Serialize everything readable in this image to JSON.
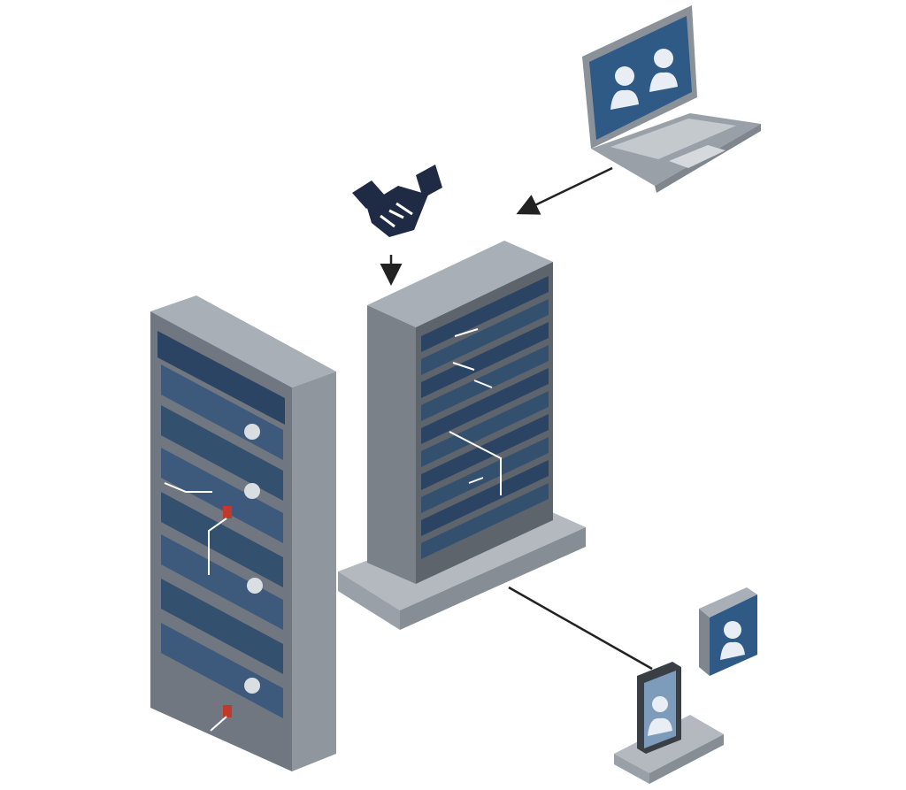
{
  "nodes": [
    {
      "id": "server-rack",
      "icon": "server-rack-icon"
    },
    {
      "id": "equipment-cabinet",
      "icon": "equipment-cabinet-icon"
    },
    {
      "id": "laptop",
      "icon": "laptop-icon",
      "content": "two-user-avatars"
    },
    {
      "id": "handshake",
      "icon": "handshake-icon"
    },
    {
      "id": "smartphone",
      "icon": "smartphone-icon",
      "content": "user-avatar"
    },
    {
      "id": "profile-card",
      "icon": "user-profile-icon"
    }
  ],
  "edges": [
    {
      "from": "laptop",
      "to": "server-rack",
      "arrow": true
    },
    {
      "from": "handshake",
      "to": "server-rack",
      "arrow": true
    },
    {
      "from": "server-rack",
      "to": "smartphone",
      "arrow": false
    }
  ],
  "colors": {
    "rack_front": "#6f7680",
    "rack_side": "#8f969e",
    "rack_top": "#a9afb6",
    "panel_dark": "#2c4463",
    "panel_mid": "#3d5a7c",
    "screen_blue": "#2f5a86",
    "avatar": "#e8eef4",
    "laptop_body": "#9aa0a7",
    "handshake": "#1f2a44",
    "line": "#222222"
  }
}
